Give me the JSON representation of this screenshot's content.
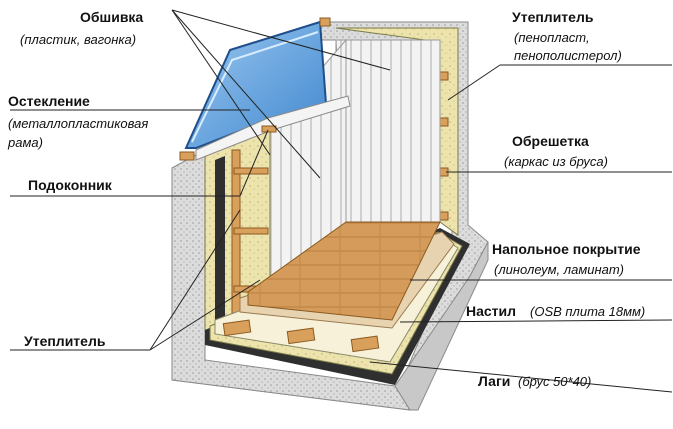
{
  "labels": {
    "cladding": {
      "title": "Обшивка",
      "sub": "(пластик, вагонка)"
    },
    "glazing": {
      "title": "Остекление",
      "sub1": "(металлопластиковая",
      "sub2": "рама)"
    },
    "sill": {
      "title": "Подоконник"
    },
    "insulation_left": {
      "title": "Утеплитель"
    },
    "insulation_right": {
      "title": "Утеплитель",
      "sub1": "(пенопласт,",
      "sub2": "пенополистерол)"
    },
    "lathing": {
      "title": "Обрешетка",
      "sub": "(каркас из бруса)"
    },
    "floor_covering": {
      "title": "Напольное покрытие",
      "sub": "(линолеум, ламинат)"
    },
    "decking": {
      "title": "Настил",
      "sub": "(OSB плита 18мм)"
    },
    "joists": {
      "title": "Лаги",
      "sub": "(брус 50*40)"
    }
  },
  "colors": {
    "concrete": "#d9d9d9",
    "insulation": "#e9dfa6",
    "membrane": "#2f2f2f",
    "wood": "#d9a05b",
    "laminate": "#d39a58",
    "panel": "#f1f1f1",
    "glass": "#7fb2e0"
  }
}
